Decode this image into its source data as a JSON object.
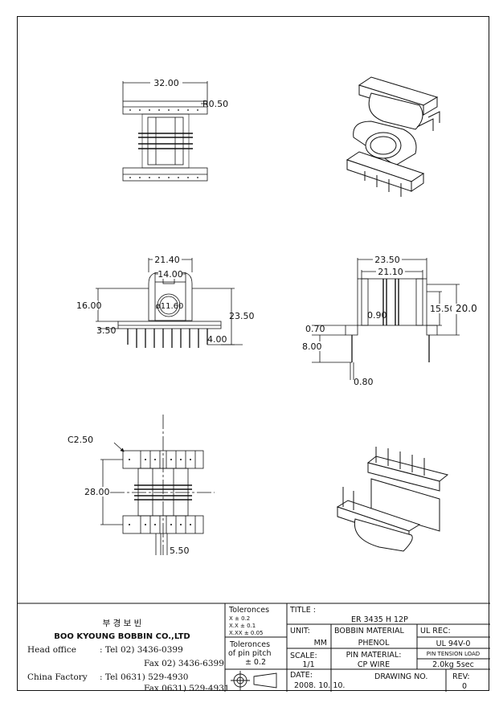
{
  "views": {
    "top": {
      "dim_width": "32.00",
      "dim_radius": "R0.50"
    },
    "front": {
      "dim_w1": "21.40",
      "dim_w2": "14.00",
      "dim_h_left": "16.00",
      "dim_dia": "ø11.60",
      "dim_h_right": "23.50",
      "dim_pin_offset": "3.50",
      "dim_pin_len": "4.00"
    },
    "side": {
      "dim_w1": "23.50",
      "dim_w2": "21.10",
      "dim_wall": "0.90",
      "dim_h_inner": "15.50",
      "dim_h_outer": "20.0",
      "dim_t1": "0.70",
      "dim_pin_h": "8.00",
      "dim_pin_w": "0.80"
    },
    "bottom": {
      "dim_chamfer": "C2.50",
      "dim_span": "28.00",
      "dim_pitch": "5.50"
    }
  },
  "company": {
    "name_kr": "부 경 보 빈",
    "name_en": "BOO KYOUNG BOBBIN CO.,LTD",
    "head_office_label": "Head office",
    "head_office_tel": ": Tel  02) 3436-0399",
    "head_office_fax": "Fax  02) 3436-6399",
    "factory_label": "China Factory",
    "factory_tel": ": Tel 0631) 529-4930",
    "factory_fax": "Fax 0631) 529-4931"
  },
  "tolerances": {
    "title": "Toleronces",
    "x": "X    ± 0.2",
    "xx": "X.X   ± 0.1",
    "xxx": "X.XX  ± 0.05",
    "pitch_title": "Toleronces",
    "pitch_sub": "of pin pitch",
    "pitch_value": "± 0.2"
  },
  "title_block": {
    "title_label": "TITLE :",
    "title_value": "ER 3435 H 12P",
    "unit_label": "UNIT:",
    "unit_value": "MM",
    "bobbin_label": "BOBBIN MATERIAL",
    "bobbin_value": "PHENOL",
    "ul_label": "UL REC:",
    "ul_value": "UL 94V-0",
    "scale_label": "SCALE:",
    "scale_value": "1/1",
    "pin_label": "PIN MATERIAL:",
    "pin_value": "CP WIRE",
    "tension_label": "PIN TENSION LOAD",
    "tension_value": "2.0kg 5sec",
    "date_label": "DATE:",
    "date_value": "2008. 10. 10.",
    "drawing_label": "DRAWING NO.",
    "rev_label": "REV:",
    "rev_value": "0"
  }
}
